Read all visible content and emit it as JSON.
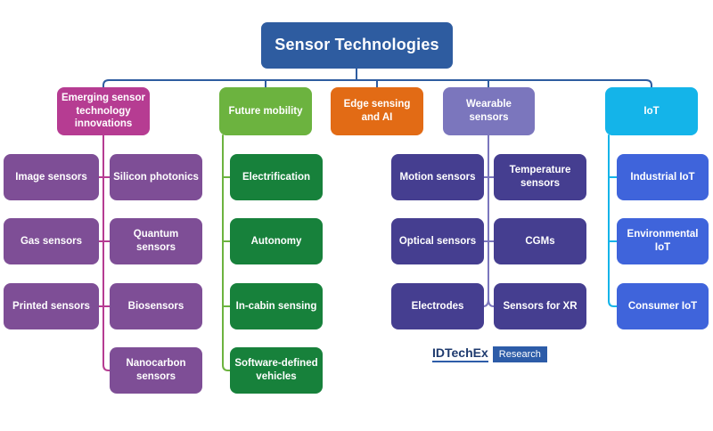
{
  "root": {
    "label": "Sensor Technologies"
  },
  "branches": [
    {
      "label": "Emerging sensor technology innovations"
    },
    {
      "label": "Future mobility"
    },
    {
      "label": "Edge sensing and AI"
    },
    {
      "label": "Wearable sensors"
    },
    {
      "label": "IoT"
    }
  ],
  "emerging": {
    "left": [
      "Image sensors",
      "Gas sensors",
      "Printed sensors"
    ],
    "right": [
      "Silicon photonics",
      "Quantum sensors",
      "Biosensors",
      "Nanocarbon sensors"
    ]
  },
  "mobility": {
    "items": [
      "Electrification",
      "Autonomy",
      "In-cabin sensing",
      "Software-defined vehicles"
    ]
  },
  "wearable": {
    "left": [
      "Motion sensors",
      "Optical sensors",
      "Electrodes"
    ],
    "right": [
      "Temperature sensors",
      "CGMs",
      "Sensors for XR"
    ]
  },
  "iot": {
    "items": [
      "Industrial IoT",
      "Environmental IoT",
      "Consumer IoT"
    ]
  },
  "logo": {
    "brand": "IDTechEx",
    "badge": "Research"
  },
  "colors": {
    "root_blue": "#2e5ca0",
    "emerging_magenta": "#b63c92",
    "emerging_child_purple": "#7e4e96",
    "mobility_light_green": "#6cb33f",
    "mobility_child_dark_green": "#17813b",
    "edge_orange": "#e26b15",
    "wearable_lavender": "#7b76bd",
    "wearable_child_indigo": "#453e90",
    "iot_cyan": "#14b4e9",
    "iot_child_royal_blue": "#3f64db",
    "logo_navy": "#1e3a6e",
    "logo_badge_blue": "#2d5ca8"
  }
}
